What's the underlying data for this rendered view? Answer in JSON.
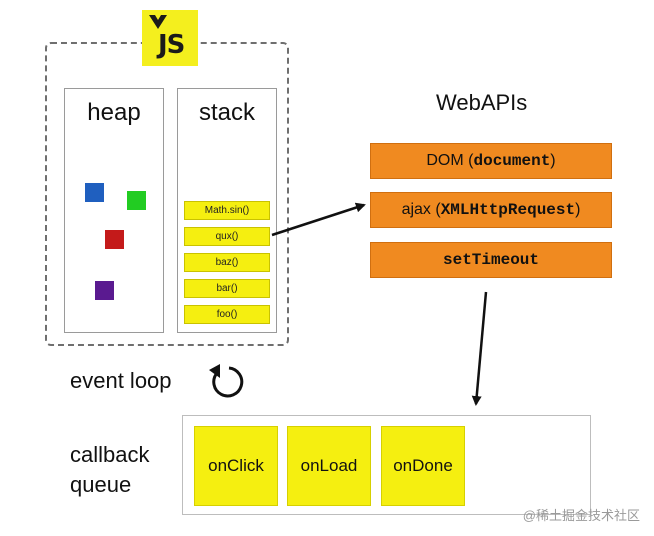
{
  "logo": {
    "text": "JS"
  },
  "heap": {
    "title": "heap"
  },
  "stack": {
    "title": "stack",
    "frames": [
      "Math.sin()",
      "qux()",
      "baz()",
      "bar()",
      "foo()"
    ]
  },
  "webapis": {
    "title": "WebAPIs",
    "items": [
      {
        "prefix": "DOM (",
        "code": "document",
        "suffix": ")"
      },
      {
        "prefix": "ajax (",
        "code": "XMLHttpRequest",
        "suffix": ")"
      },
      {
        "prefix": "",
        "code": "setTimeout",
        "suffix": ""
      }
    ]
  },
  "event_loop": {
    "label": "event loop"
  },
  "callback_queue": {
    "label_line1": "callback",
    "label_line2": "queue",
    "items": [
      "onClick",
      "onLoad",
      "onDone"
    ]
  },
  "watermark": "@稀土掘金技术社区",
  "colors": {
    "frame_yellow": "#f5ef10",
    "api_orange": "#f08a20",
    "heap_blue": "#1f5fbf",
    "heap_green": "#22cc22",
    "heap_red": "#c41a1a",
    "heap_purple": "#5a1a90"
  }
}
